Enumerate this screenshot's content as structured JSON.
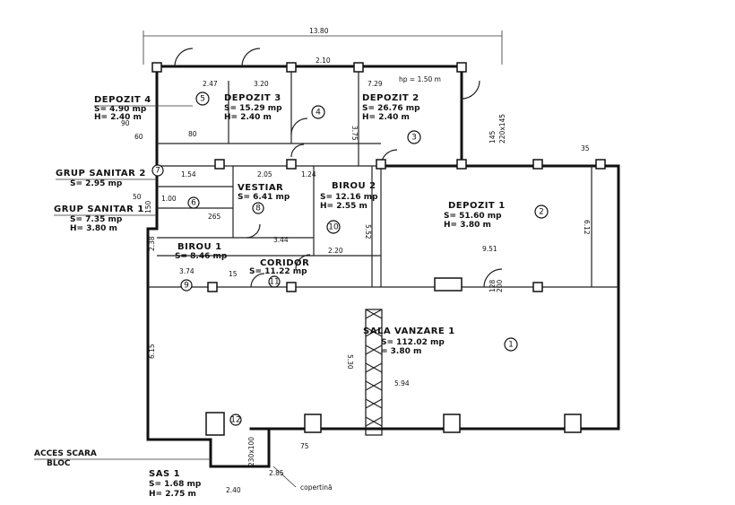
{
  "overall_dimension": "13.80",
  "rooms": [
    {
      "id": "depozit4",
      "name": "DEPOZIT 4",
      "area": "S= 4.90 mp",
      "height": "H= 2.40 m",
      "num": "5"
    },
    {
      "id": "depozit3",
      "name": "DEPOZIT 3",
      "area": "S= 15.29 mp",
      "height": "H= 2.40 m",
      "num": "4"
    },
    {
      "id": "depozit2",
      "name": "DEPOZIT 2",
      "area": "S= 26.76 mp",
      "height": "H= 2.40 m",
      "num": "3"
    },
    {
      "id": "depozit1",
      "name": "DEPOZIT 1",
      "area": "S= 51.60 mp",
      "height": "H= 3.80 m",
      "num": "2"
    },
    {
      "id": "grupsanitar2",
      "name": "GRUP SANITAR 2",
      "area": "S= 2.95 mp",
      "height": "",
      "num": "7"
    },
    {
      "id": "grupsanitar1",
      "name": "GRUP SANITAR 1",
      "area": "S= 7.35 mp",
      "height": "H= 3.80 m",
      "num": "6"
    },
    {
      "id": "vestiar",
      "name": "VESTIAR",
      "area": "S= 6.41 mp",
      "height": "",
      "num": "8"
    },
    {
      "id": "birou2",
      "name": "BIROU 2",
      "area": "S= 12.16 mp",
      "height": "H= 2.55 m",
      "num": "10"
    },
    {
      "id": "birou1",
      "name": "BIROU 1",
      "area": "S= 8.46 mp",
      "height": "",
      "num": "9"
    },
    {
      "id": "coridor",
      "name": "CORIDOR",
      "area": "S= 11.22 mp",
      "height": "",
      "num": "11"
    },
    {
      "id": "salavanzare1",
      "name": "SALA VANZARE 1",
      "area": "S= 112.02 mp",
      "height": "= 3.80 m",
      "num": "1"
    },
    {
      "id": "sas1",
      "name": "SAS 1",
      "area": "S= 1.68 mp",
      "height": "H= 2.75 m",
      "num": "12"
    }
  ],
  "labels": {
    "acces": "ACCES SCARA",
    "bloc": "BLOC",
    "copertina": "copertinã",
    "hp": "hp = 1.50 m"
  },
  "dimensions": {
    "d247": "2.47",
    "d320": "3.20",
    "d729": "7.29",
    "d210": "2.10",
    "d375": "3.75",
    "d154": "1.54",
    "d205": "2.05",
    "d124": "1.24",
    "d220": "2.20",
    "d951": "9.51",
    "d344": "3.44",
    "d374": "3.74",
    "d238": "2.38",
    "d612": "6.12",
    "d615": "6.15",
    "d530": "5.30",
    "d594": "5.94",
    "d552": "5.52",
    "d240": "2.40",
    "d150": "150",
    "d100": "1.00",
    "d265": "265",
    "d90": "90",
    "d80": "80",
    "d60": "60",
    "d35": "35",
    "d15": "15",
    "d145": "145",
    "d220145": "220x145",
    "d230100": "230x100",
    "d285": "2.85",
    "d50": "50",
    "d75": "75",
    "d200": "200",
    "d128": "128"
  }
}
